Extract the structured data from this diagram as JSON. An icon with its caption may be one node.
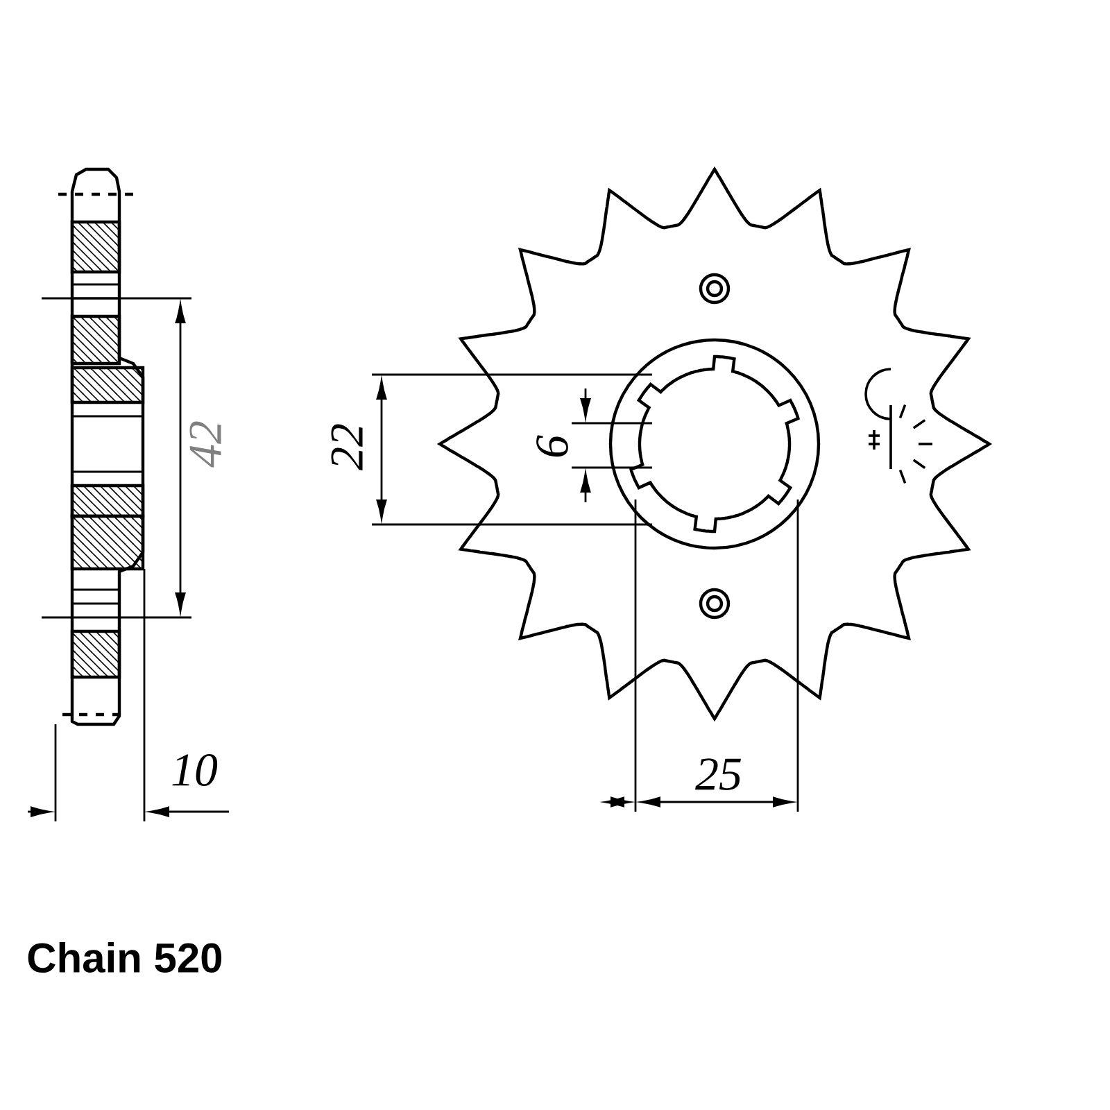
{
  "diagram": {
    "labels": [
      "42",
      "22",
      "6",
      "10",
      "25",
      "Chain 520"
    ]
  }
}
